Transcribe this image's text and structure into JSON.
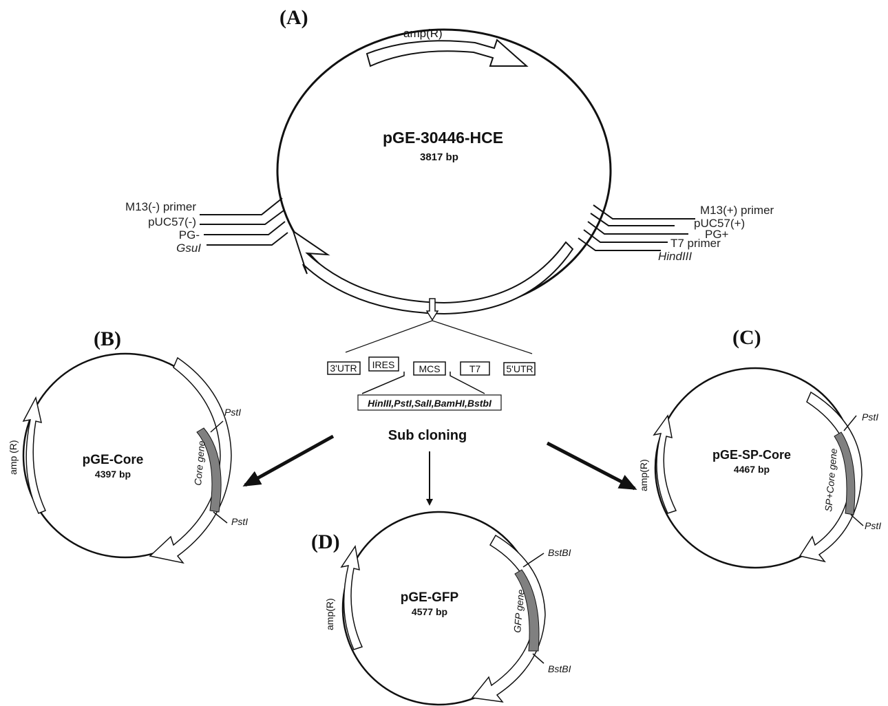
{
  "panels": {
    "A": {
      "letter": "(A)",
      "plasmid_name": "pGE-30446-HCE",
      "size": "3817 bp",
      "marker_label": "amp(R)",
      "left_features": [
        "M13(-) primer",
        "pUC57(-)",
        "PG-",
        "GsuI"
      ],
      "right_features": [
        "M13(+) primer",
        "pUC57(+)",
        "PG+",
        "T7 primer",
        "HindIII"
      ]
    },
    "insert": {
      "elements": [
        "3'UTR",
        "IRES",
        "MCS",
        "T7",
        "5'UTR"
      ],
      "mcs_sites": "HinIII,PstI,SalI,BamHI,BstbI",
      "caption": "Sub cloning"
    },
    "B": {
      "letter": "(B)",
      "plasmid_name": "pGE-Core",
      "size": "4397 bp",
      "marker_label": "amp (R)",
      "gene_label": "Core gene",
      "site_top": "PstI",
      "site_bottom": "PstI"
    },
    "C": {
      "letter": "(C)",
      "plasmid_name": "pGE-SP-Core",
      "size": "4467 bp",
      "marker_label": "amp(R)",
      "gene_label": "SP+Core gene",
      "site_top": "PstI",
      "site_bottom": "PstI"
    },
    "D": {
      "letter": "(D)",
      "plasmid_name": "pGE-GFP",
      "size": "4577 bp",
      "marker_label": "amp(R)",
      "gene_label": "GFP gene",
      "site_top": "BstBI",
      "site_bottom": "BstBI"
    }
  },
  "colors": {
    "line": "#111111",
    "gene_fill": "#808080",
    "background": "#ffffff"
  }
}
